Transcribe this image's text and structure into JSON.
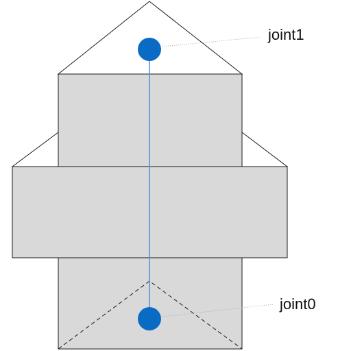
{
  "joints": [
    {
      "id": "joint1",
      "label": "joint1"
    },
    {
      "id": "joint0",
      "label": "joint0"
    }
  ],
  "colors": {
    "joint_fill": "#0a6bc4",
    "link_line": "#4a90d9",
    "block_fill": "#d9d9d9",
    "outline": "#1a1a1a",
    "leader_line": "#aaaaaa"
  }
}
